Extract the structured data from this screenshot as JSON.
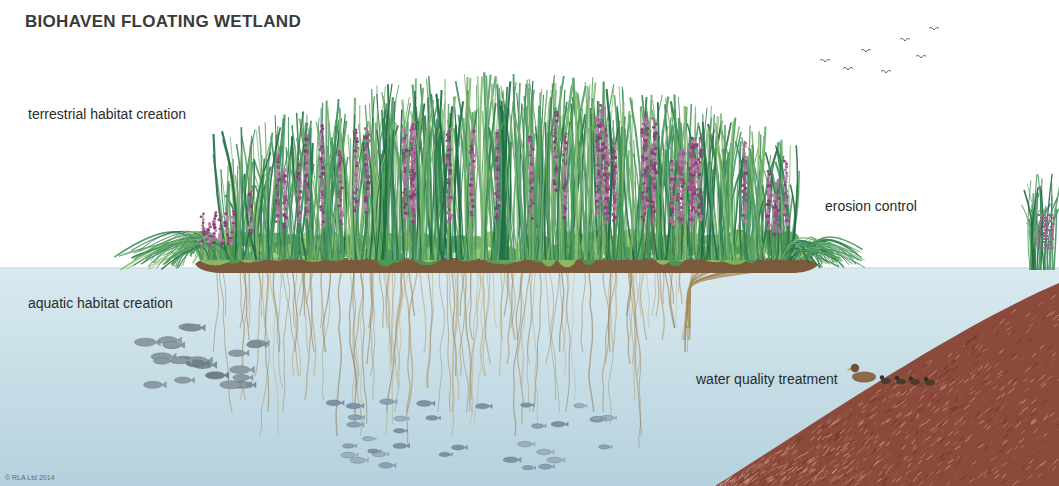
{
  "diagram": {
    "title": "BIOHAVEN FLOATING WETLAND",
    "labels": [
      "terrestrial habitat creation",
      "erosion control",
      "aquatic habitat creation",
      "water quality treatment",
      "© RLA Ltd 2014"
    ]
  }
}
